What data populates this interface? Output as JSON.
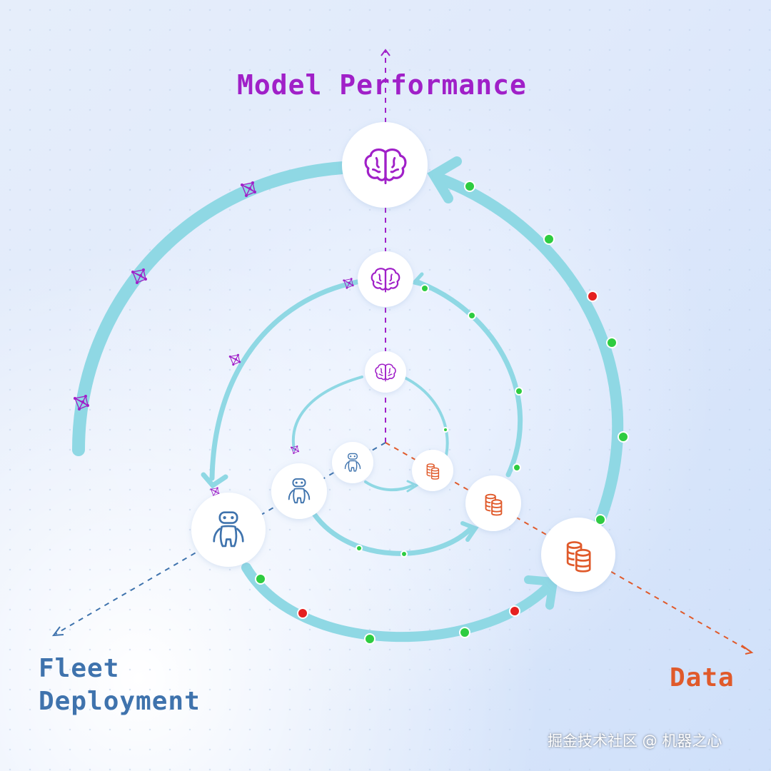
{
  "axes": {
    "model_performance": "Model Performance",
    "fleet_deployment_line1": "Fleet",
    "fleet_deployment_line2": "Deployment",
    "data": "Data"
  },
  "watermark": "掘金技术社区 @ 机器之心",
  "colors": {
    "model": "#a020c8",
    "fleet": "#3f73ad",
    "data": "#e05a2b",
    "loop": "#8fd8e4",
    "ok_dot": "#2ecc40",
    "fail_dot": "#e52020"
  },
  "icons": {
    "model": "brain-icon",
    "fleet": "robot-icon",
    "data": "database-icon",
    "model_update": "network-graph-icon"
  },
  "loops": [
    {
      "name": "inner-loop",
      "stage": 1
    },
    {
      "name": "middle-loop",
      "stage": 2
    },
    {
      "name": "outer-loop",
      "stage": 3
    }
  ],
  "status_dots": {
    "ok": "green",
    "fail": "red"
  }
}
